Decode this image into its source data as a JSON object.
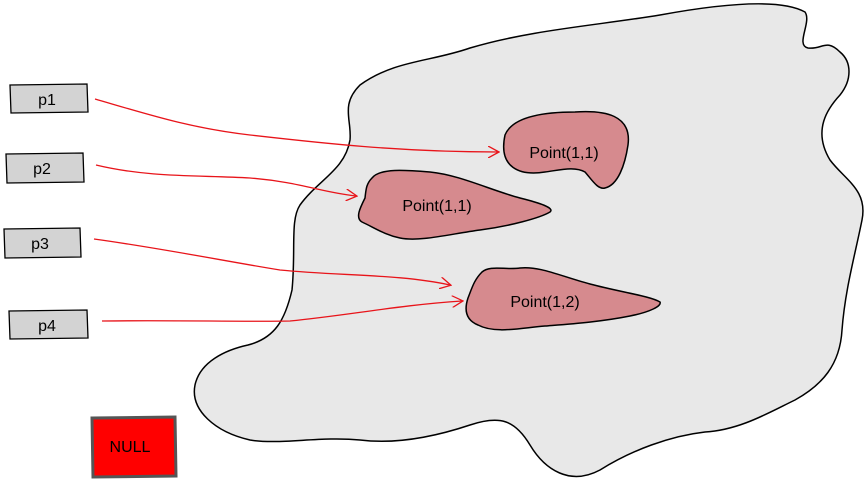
{
  "variables": [
    {
      "name": "p1"
    },
    {
      "name": "p2"
    },
    {
      "name": "p3"
    },
    {
      "name": "p4"
    }
  ],
  "objects": [
    {
      "label": "Point(1,1)"
    },
    {
      "label": "Point(1,1)"
    },
    {
      "label": "Point(1,2)"
    }
  ],
  "null_box": {
    "label": "NULL"
  },
  "colors": {
    "heap_fill": "#e8e8e8",
    "object_fill": "#d68a8e",
    "variable_fill": "#d3d3d3",
    "arrow": "#e8141a",
    "null_fill": "#ff0000"
  }
}
